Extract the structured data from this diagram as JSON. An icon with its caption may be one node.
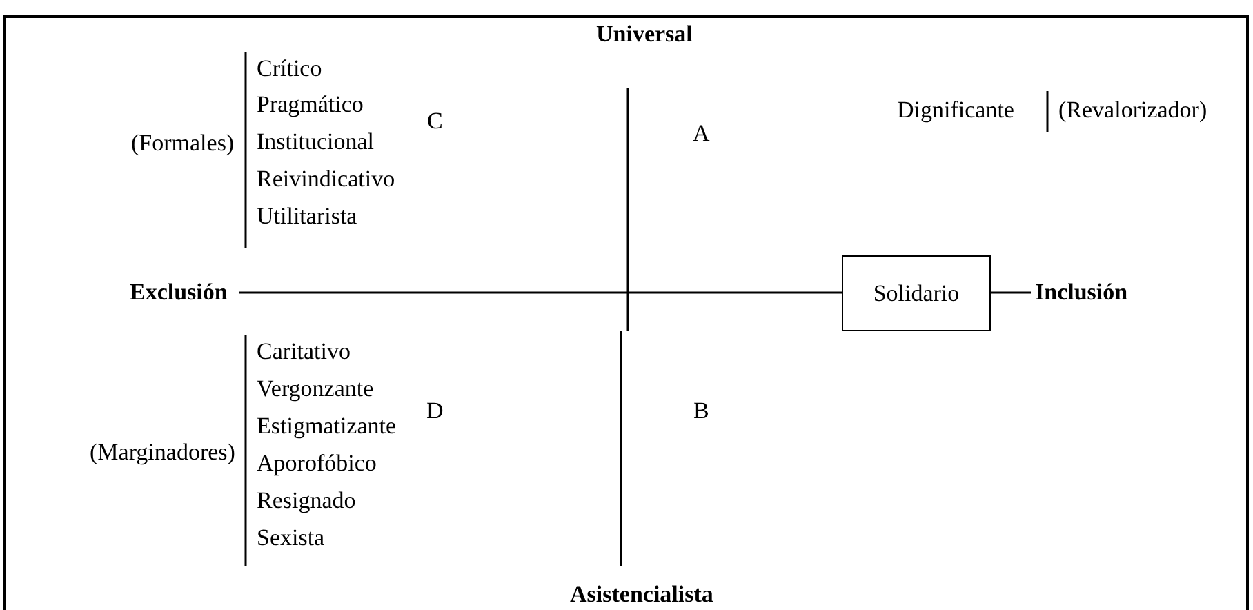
{
  "diagram": {
    "nodes": [
      {
        "text": [
          "Solidario"
        ]
      }
    ],
    "labels": [
      "Universal",
      "Crítico",
      "Pragmático",
      "Dignificante",
      "(Revalorizador)",
      "(Formales)",
      "Institucional",
      "C",
      "A",
      "Reivindicativo",
      "Utilitarista",
      "Exclusión",
      "Inclusión",
      "Caritativo",
      "Vergonzante",
      "Estigmatizante",
      "D",
      "B",
      "(Marginadores)",
      "Aporofóbico",
      "Resignado",
      "Sexista",
      "Asistencialista"
    ]
  }
}
